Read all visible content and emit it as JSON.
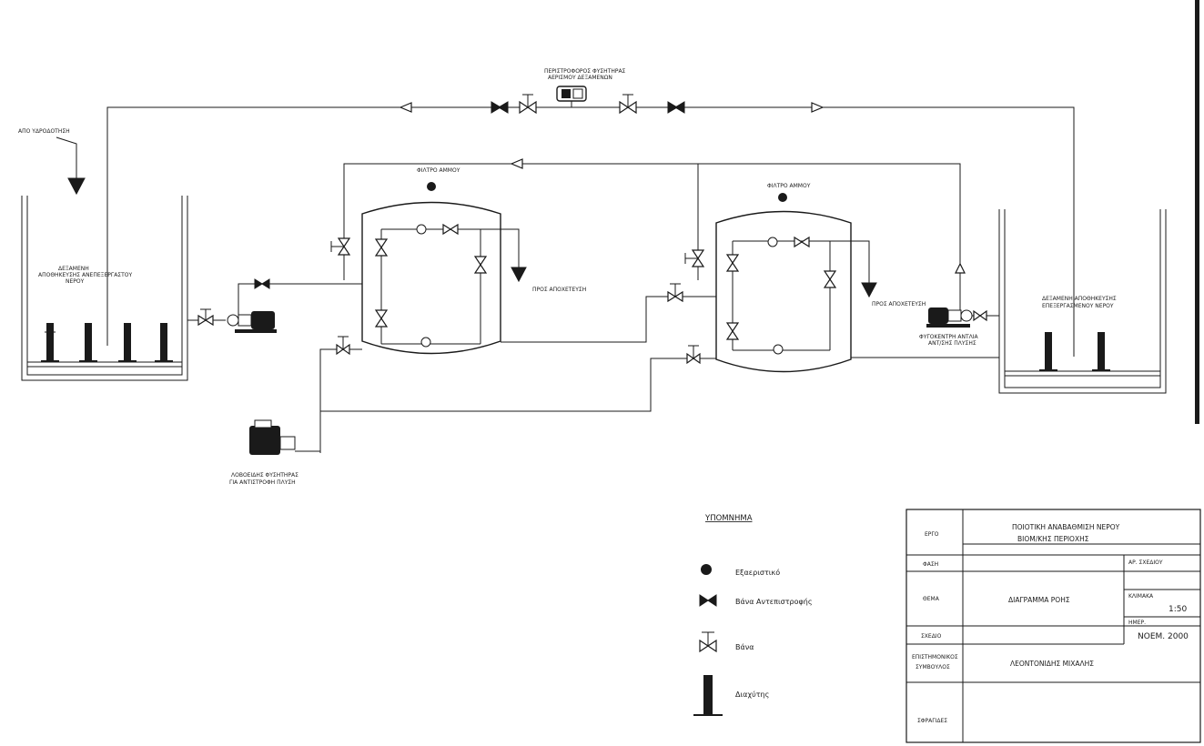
{
  "labels": {
    "from_water_supply": "ΑΠΟ ΥΔΡΟΔΟΤΗΣΗ",
    "blower_top_1": "ΠΕΡΙΣΤΡΟΦΟΡΟΣ ΦΥΣΗΤΗΡΑΣ",
    "blower_top_2": "ΑΕΡΙΣΜΟΥ ΔΕΞΑΜΕΝΩΝ",
    "sand_filter_1": "ΦΙΛΤΡΟ ΑΜΜΟΥ",
    "sand_filter_2": "ΦΙΛΤΡΟ ΑΜΜΟΥ",
    "to_drain_1": "ΠΡΟΣ ΑΠΟΧΕΤΕΥΣΗ",
    "to_drain_2": "ΠΡΟΣ ΑΠΟΧΕΤΕΥΣΗ",
    "tank_left_1": "ΔΕΞΑΜΕΝΗ",
    "tank_left_2": "ΑΠΟΘΗΚΕΥΣΗΣ ΑΝΕΠΕΞΕΡΓΑΣΤΟΥ",
    "tank_left_3": "ΝΕΡΟΥ",
    "tank_right_1": "ΔΕΞΑΜΕΝΗ ΑΠΟΘΗΚΕΥΣΗΣ",
    "tank_right_2": "ΕΠΕΞΕΡΓΑΣΜΕΝΟΥ ΝΕΡΟΥ",
    "pump_right_1": "ΦΥΓΟΚΕΝΤΡΗ ΑΝΤΛΙΑ",
    "pump_right_2": "ΑΝΤ/ΣΗΣ ΠΛΥΣΗΣ",
    "blower_bottom_1": "ΛΟΒΟΕΙΔΗΣ ΦΥΣΗΤΗΡΑΣ",
    "blower_bottom_2": "ΓΙΑ ΑΝΤΙΣΤΡΟΦΗ ΠΛΥΣΗ"
  },
  "legend": {
    "title": "ΥΠΟΜΝΗΜΑ",
    "items": [
      {
        "icon": "ejector-icon",
        "label": "Εξαεριστικό"
      },
      {
        "icon": "check-valve-icon",
        "label": "Βάνα Αντεπιστροφής"
      },
      {
        "icon": "gate-valve-icon",
        "label": "Βάνα"
      },
      {
        "icon": "diffuser-icon",
        "label": "Διαχύτης"
      }
    ]
  },
  "title_block": {
    "project_label": "ΕΡΓΟ",
    "project_line1": "ΠΟΙΟΤΙΚΗ ΑΝΑΒΑΘΜΙΣΗ ΝΕΡΟΥ",
    "project_line2": "ΒΙΟΜ/ΚΗΣ ΠΕΡΙΟΧΗΣ",
    "phase_label": "ΦΑΣΗ",
    "drawing_no_label": "ΑΡ. ΣΧΕΔΙΟΥ",
    "subject_label": "ΘΕΜΑ",
    "subject_value": "ΔΙΑΓΡΑΜΜΑ ΡΟΗΣ",
    "scale_label": "ΚΛΙΜΑΚΑ",
    "scale_value": "1:50",
    "date_label": "ΗΜΕΡ.",
    "date_value": "ΝΟΕΜ. 2000",
    "design_label": "ΣΧΕΔΙΟ",
    "consultant_label_1": "ΕΠΙΣΤΗΜΟΝΙΚΟΣ",
    "consultant_label_2": "ΣΥΜΒΟΥΛΟΣ",
    "consultant_value": "ΛΕΟΝΤΟΝΙΔΗΣ ΜΙΧΑΛΗΣ",
    "stamps_label": "ΣΦΡΑΓΙΔΕΣ"
  }
}
